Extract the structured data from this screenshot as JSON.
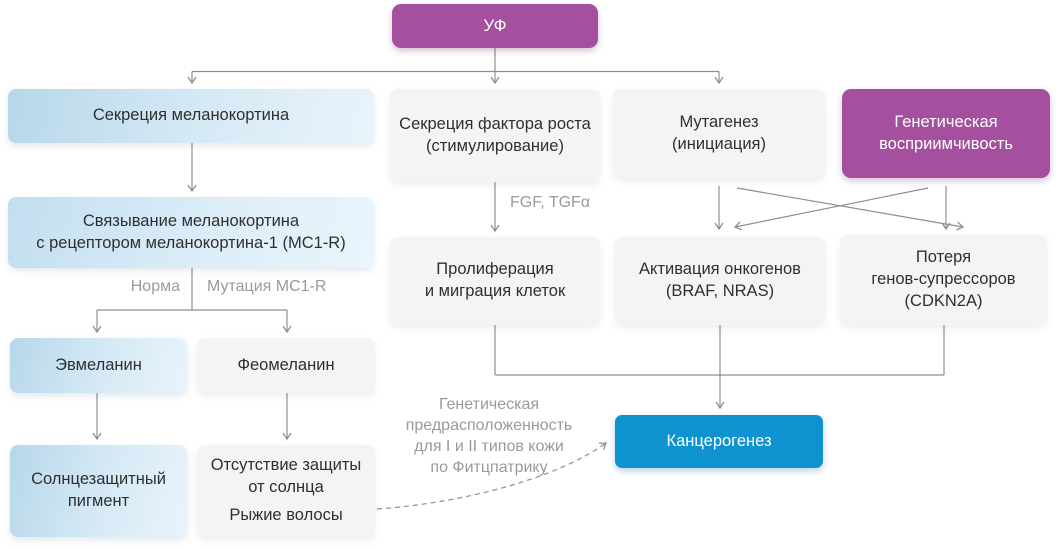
{
  "nodes": {
    "uv": {
      "label": "УФ"
    },
    "melanocortin_secretion": {
      "label": "Секреция меланокортина"
    },
    "melanocortin_binding": {
      "label": "Связывание меланокортина\nс рецептором меланокортина-1 (MC1-R)"
    },
    "eumelanin": {
      "label": "Эвмеланин"
    },
    "pheomelanin": {
      "label": "Феомеланин"
    },
    "sunscreen_pigment": {
      "label": "Солнцезащитный\nпигмент"
    },
    "no_sun_protection": {
      "label": "Отсутствие защиты\nот солнца",
      "label2": "Рыжие волосы"
    },
    "growth_factor_secretion": {
      "label": "Секреция фактора роста\n(стимулирование)"
    },
    "mutagenesis": {
      "label": "Мутагенез\n(инициация)"
    },
    "genetic_susceptibility": {
      "label": "Генетическая\nвосприимчивость"
    },
    "proliferation": {
      "label": "Пролиферация\nи миграция клеток"
    },
    "oncogene_activation": {
      "label": "Активация онкогенов\n(BRAF, NRAS)"
    },
    "suppressor_loss": {
      "label": "Потеря\nгенов-супрессоров\n(CDKN2A)"
    },
    "carcinogenesis": {
      "label": "Канцерогенез"
    }
  },
  "edge_labels": {
    "norm": "Норма",
    "mutation": "Мутация MC1-R",
    "growth_factors": "FGF, TGFα",
    "predisposition": "Генетическая\nпредрасположенность\nдля I и II типов кожи\nпо Фитцпатрику"
  },
  "colors": {
    "purple": "#a4509e",
    "accent_blue": "#0f93d0",
    "blue_gradient_start": "#b7d7ea",
    "blue_gradient_end": "#e9f4fb",
    "gray_box": "#f4f4f6",
    "line": "#8e8e90",
    "label_text": "#9a9a9e",
    "box_text": "#2f2f31"
  }
}
